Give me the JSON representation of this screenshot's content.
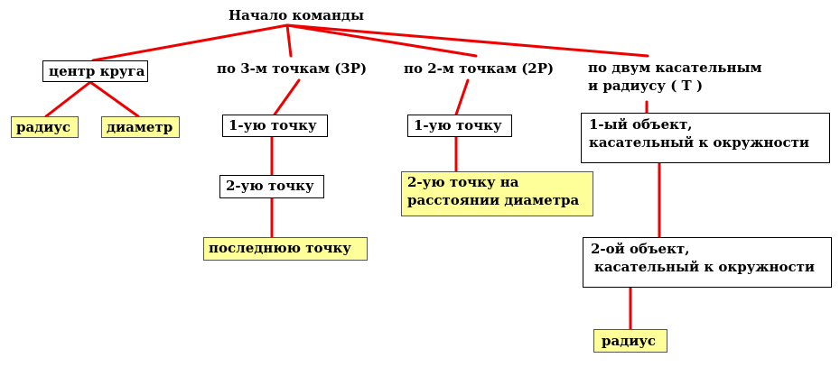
{
  "diagram": {
    "root": "Начало команды",
    "center_circle": {
      "label": "центр круга",
      "children": [
        "радиус",
        "диаметр"
      ]
    },
    "three_points": {
      "label": "по 3-м точкам (3P)",
      "steps": [
        "1-ую точку",
        "2-ую точку",
        "последнюю точку"
      ]
    },
    "two_points": {
      "label": "по 2-м точкам (2P)",
      "steps": [
        "1-ую точку",
        "2-ую точку на",
        "расстоянии диаметра"
      ]
    },
    "tangent": {
      "label_line1": "по двум касательным",
      "label_line2": "и радиусу ( T )",
      "obj1_line1": "1-ый объект,",
      "obj1_line2": "касательный к окружности",
      "obj2_line1": "2-ой объект,",
      "obj2_line2": "касательный к окружности",
      "final": "радиус"
    }
  },
  "colors": {
    "connector": "#ee0000",
    "highlight": "#ffff99",
    "border": "#000000"
  }
}
